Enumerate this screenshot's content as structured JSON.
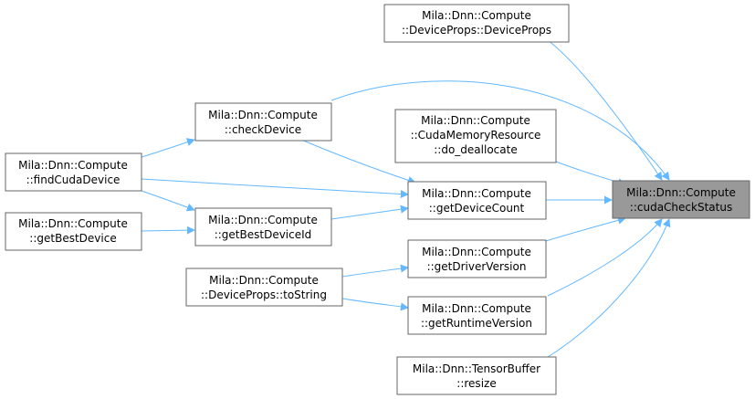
{
  "colors": {
    "edge": "#63b8ff",
    "node_border": "#666666",
    "node_fill": "#ffffff",
    "focus_fill": "#999999"
  },
  "nodes": {
    "cuda_check_status": {
      "lines": [
        "Mila::Dnn::Compute",
        "::cudaCheckStatus"
      ]
    },
    "device_props_ctor": {
      "lines": [
        "Mila::Dnn::Compute",
        "::DeviceProps::DeviceProps"
      ]
    },
    "check_device": {
      "lines": [
        "Mila::Dnn::Compute",
        "::checkDevice"
      ]
    },
    "do_deallocate": {
      "lines": [
        "Mila::Dnn::Compute",
        "::CudaMemoryResource",
        "::do_deallocate"
      ]
    },
    "find_cuda_device": {
      "lines": [
        "Mila::Dnn::Compute",
        "::findCudaDevice"
      ]
    },
    "get_device_count": {
      "lines": [
        "Mila::Dnn::Compute",
        "::getDeviceCount"
      ]
    },
    "get_best_device": {
      "lines": [
        "Mila::Dnn::Compute",
        "::getBestDevice"
      ]
    },
    "get_best_device_id": {
      "lines": [
        "Mila::Dnn::Compute",
        "::getBestDeviceId"
      ]
    },
    "get_driver_version": {
      "lines": [
        "Mila::Dnn::Compute",
        "::getDriverVersion"
      ]
    },
    "device_props_to_string": {
      "lines": [
        "Mila::Dnn::Compute",
        "::DeviceProps::toString"
      ]
    },
    "get_runtime_version": {
      "lines": [
        "Mila::Dnn::Compute",
        "::getRuntimeVersion"
      ]
    },
    "tensor_buffer_resize": {
      "lines": [
        "Mila::Dnn::TensorBuffer",
        "::resize"
      ]
    }
  }
}
